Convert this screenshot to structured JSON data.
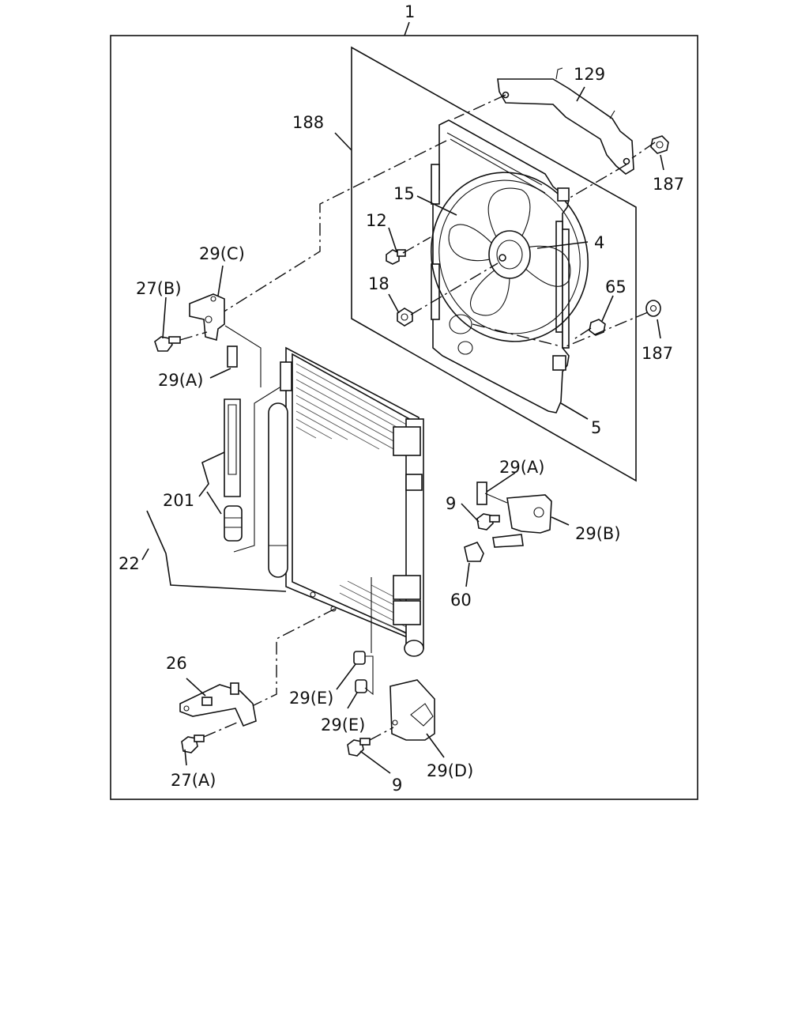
{
  "diagram": {
    "labels": [
      {
        "id": "assembly",
        "text": "1"
      },
      {
        "id": "fan-shroud",
        "text": "188"
      },
      {
        "id": "bracket-upper",
        "text": "129"
      },
      {
        "id": "nut-top",
        "text": "187"
      },
      {
        "id": "fan-blade",
        "text": "15"
      },
      {
        "id": "screw-12",
        "text": "12"
      },
      {
        "id": "motor",
        "text": "4"
      },
      {
        "id": "nut-18",
        "text": "18"
      },
      {
        "id": "nut-65",
        "text": "65"
      },
      {
        "id": "nut-right",
        "text": "187"
      },
      {
        "id": "shroud-frame",
        "text": "5"
      },
      {
        "id": "bracket-c",
        "text": "29(C)"
      },
      {
        "id": "bolt-27b",
        "text": "27(B)"
      },
      {
        "id": "bracket-a-left",
        "text": "29(A)"
      },
      {
        "id": "desiccant",
        "text": "201"
      },
      {
        "id": "condenser",
        "text": "22"
      },
      {
        "id": "bracket-a-right",
        "text": "29(A)"
      },
      {
        "id": "bolt-9-upper",
        "text": "9"
      },
      {
        "id": "bracket-b",
        "text": "29(B)"
      },
      {
        "id": "sensor-60",
        "text": "60"
      },
      {
        "id": "bracket-26",
        "text": "26"
      },
      {
        "id": "bolt-27a",
        "text": "27(A)"
      },
      {
        "id": "clip-e-upper",
        "text": "29(E)"
      },
      {
        "id": "clip-e-lower",
        "text": "29(E)"
      },
      {
        "id": "bracket-d",
        "text": "29(D)"
      },
      {
        "id": "bolt-9-lower",
        "text": "9"
      }
    ]
  }
}
